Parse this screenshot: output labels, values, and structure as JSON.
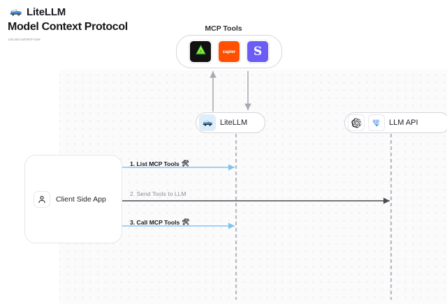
{
  "header": {
    "brand_name": "LiteLLM",
    "brand_logo_icon": "litellm-truck-icon",
    "title": "Model Context Protocol",
    "subtitle": "List and call MCP tools"
  },
  "diagram": {
    "mcp_group": {
      "title": "MCP Tools",
      "tools": [
        {
          "name": "supabase",
          "label": "",
          "icon": "supabase-triangle-icon",
          "color": "#111111"
        },
        {
          "name": "zapier",
          "label": "zapier",
          "icon": "zapier-wordmark-icon",
          "color": "#ff4f00"
        },
        {
          "name": "slack",
          "label": "S",
          "icon": "slack-s-icon",
          "color": "#6b5cf6"
        }
      ]
    },
    "nodes": [
      {
        "id": "litellm",
        "label": "LiteLLM",
        "icon": "litellm-truck-icon"
      },
      {
        "id": "llm-api",
        "label": "LLM API",
        "icons": [
          "openai-logo-icon",
          "anthropic-logo-icon"
        ]
      },
      {
        "id": "client",
        "label": "Client Side App",
        "icon": "user-person-icon"
      }
    ],
    "edges": [
      {
        "id": "step-1",
        "label": "1. List MCP Tools",
        "glyph": "🛠",
        "glyph_icon": "hammer-and-wrench-icon",
        "color": "#7fc4ef",
        "direction": "both"
      },
      {
        "id": "step-2",
        "label": "2. Send Tools to LLM",
        "glyph": "",
        "color": "#4a4a52",
        "direction": "both"
      },
      {
        "id": "step-3",
        "label": "3. Call MCP Tools",
        "glyph": "🛠",
        "glyph_icon": "hammer-and-wrench-icon",
        "color": "#7fc4ef",
        "direction": "both"
      }
    ],
    "colors": {
      "canvas_bg": "#fbfbfc",
      "dot_grid": "#e9e9ee",
      "lifeline": "#b9b9c2",
      "accent_blue": "#7fc4ef",
      "arrow_dark": "#4a4a52"
    }
  }
}
